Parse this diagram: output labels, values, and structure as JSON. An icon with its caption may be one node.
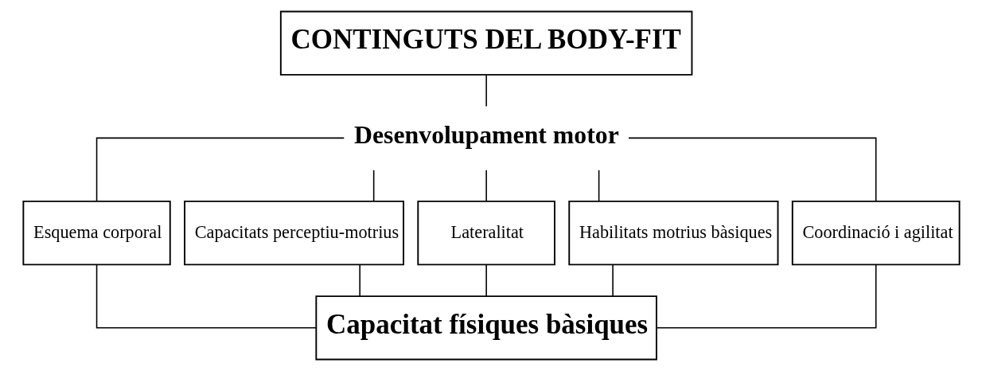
{
  "diagram": {
    "nodes": [
      {
        "text": [
          "CONTINGUTS DEL BODY-FIT"
        ]
      },
      {
        "text": [
          "Desenvolupament motor"
        ]
      },
      {
        "text": [
          "Esquema corporal"
        ]
      },
      {
        "text": [
          "Capacitats perceptiu-motrius"
        ]
      },
      {
        "text": [
          "Lateralitat"
        ]
      },
      {
        "text": [
          "Habilitats motrius bàsiques"
        ]
      },
      {
        "text": [
          "Coordinació i agilitat"
        ]
      },
      {
        "text": [
          "Capacitat físiques bàsiques"
        ]
      }
    ],
    "edges": [
      {
        "from": 0,
        "to": 1,
        "arrow": "none"
      },
      {
        "from": 1,
        "to": 2,
        "arrow": "none"
      },
      {
        "from": 1,
        "to": 3,
        "arrow": "none"
      },
      {
        "from": 1,
        "to": 4,
        "arrow": "none"
      },
      {
        "from": 1,
        "to": 5,
        "arrow": "none"
      },
      {
        "from": 1,
        "to": 6,
        "arrow": "none"
      },
      {
        "from": 2,
        "to": 7,
        "arrow": "none"
      },
      {
        "from": 3,
        "to": 7,
        "arrow": "none"
      },
      {
        "from": 4,
        "to": 7,
        "arrow": "none"
      },
      {
        "from": 5,
        "to": 7,
        "arrow": "none"
      },
      {
        "from": 6,
        "to": 7,
        "arrow": "none"
      }
    ]
  }
}
